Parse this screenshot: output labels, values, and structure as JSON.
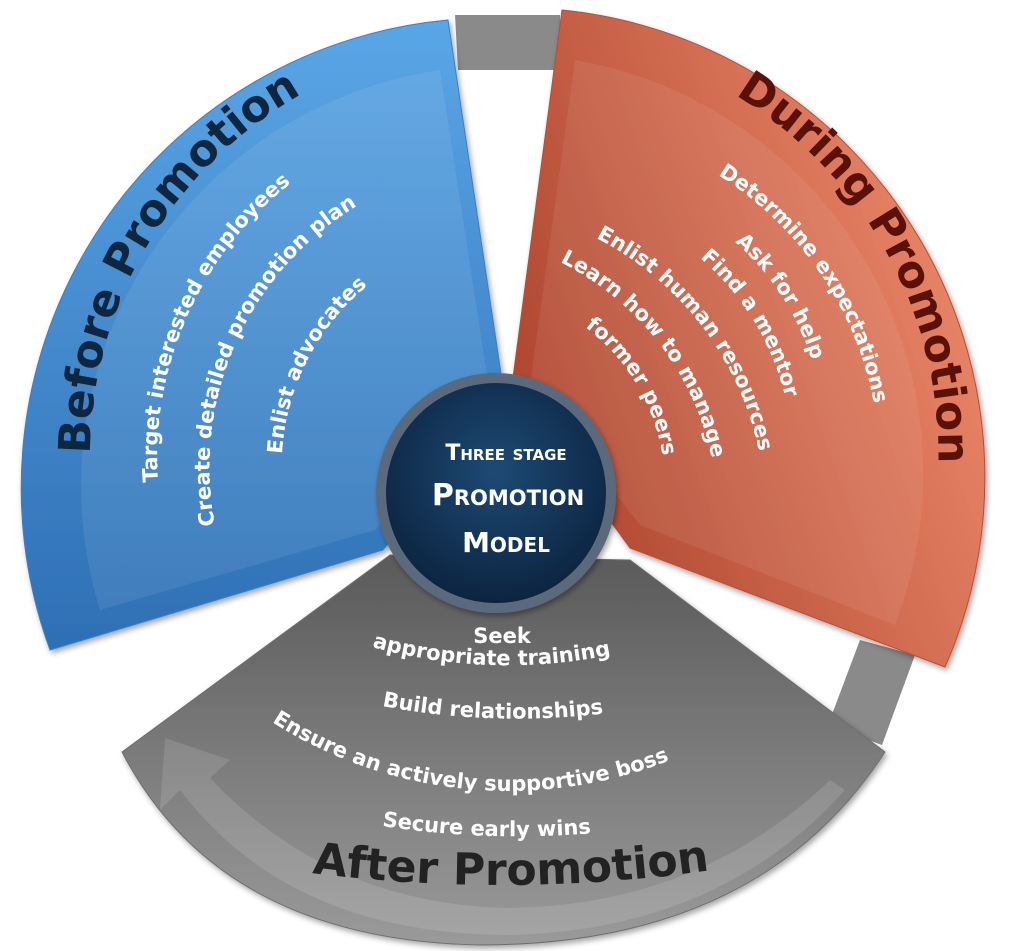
{
  "center": {
    "line1": "Three stage",
    "line2": "Promotion",
    "line3": "Model"
  },
  "segments": {
    "before": {
      "title": "Before Promotion",
      "items": [
        "Target interested employees",
        "Create detailed promotion plan",
        "Enlist advocates"
      ]
    },
    "during": {
      "title": "During Promotion",
      "items": [
        "Determine expectations",
        "Ask for help",
        "Find a mentor",
        "Enlist human resources",
        "Learn how to manage",
        "former peers"
      ]
    },
    "after": {
      "title": "After Promotion",
      "items": [
        "Seek",
        "appropriate training",
        "Build relationships",
        "Ensure an actively supportive boss",
        "Secure early wins"
      ]
    }
  },
  "colors": {
    "before": "#4a90d2",
    "during": "#d6674a",
    "after": "#7a7a7a",
    "ring": "#8a8a8a",
    "hub": "#0f2b48",
    "title_dark": "#0f2640",
    "title_during": "#5a1208",
    "title_after": "#222222"
  }
}
